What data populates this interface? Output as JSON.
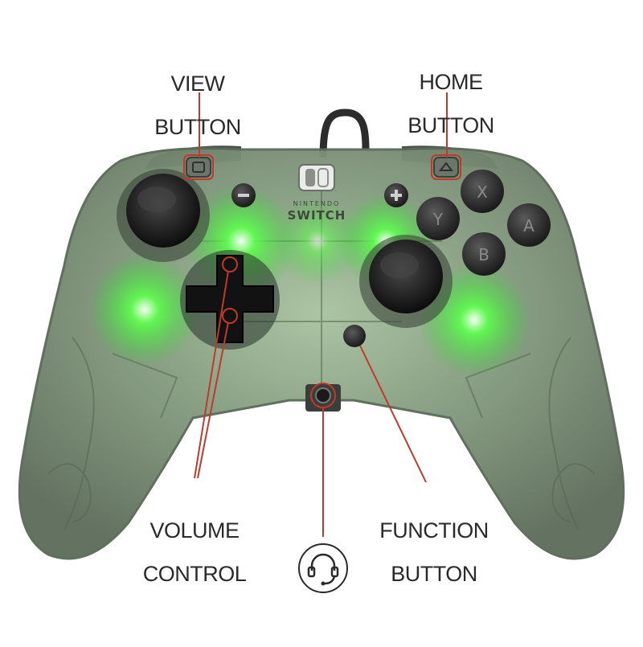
{
  "callouts": {
    "view": {
      "line1": "VIEW",
      "line2": "BUTTON"
    },
    "home": {
      "line1": "HOME",
      "line2": "BUTTON"
    },
    "volume": {
      "line1": "VOLUME",
      "line2": "CONTROL"
    },
    "function": {
      "line1": "FUNCTION",
      "line2": "BUTTON"
    }
  },
  "branding": {
    "line1": "NINTENDO",
    "line2": "SWITCH"
  },
  "face_buttons": {
    "x": "X",
    "y": "Y",
    "a": "A",
    "b": "B"
  },
  "headset_icon": "headset-icon",
  "colors": {
    "callout_line": "#c0392b",
    "glow": "#39ff3a",
    "shell": "#7d8f78",
    "text": "#2a2a2a"
  }
}
